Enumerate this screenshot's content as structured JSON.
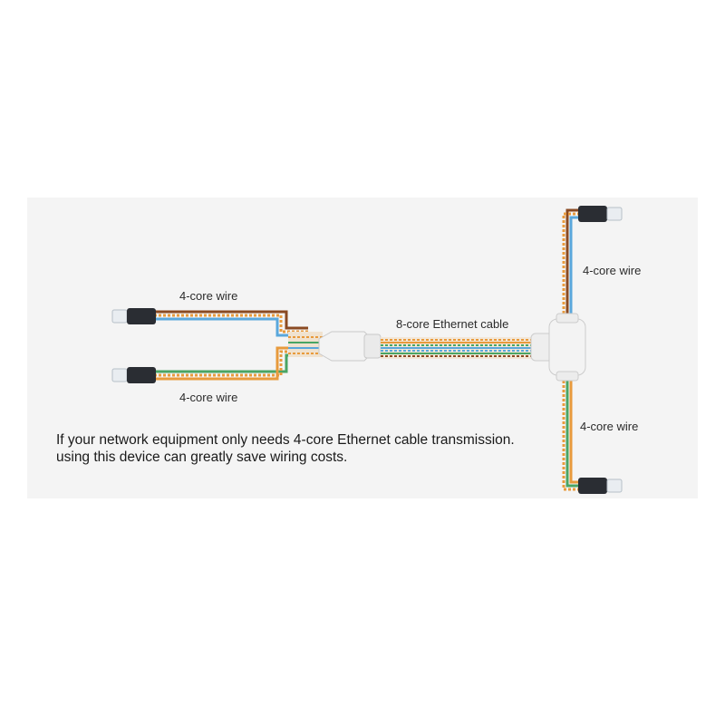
{
  "colors": {
    "panel": "#f4f4f4",
    "orange": "#e89a3c",
    "green": "#4aa564",
    "blue": "#5aa7dc",
    "brown": "#8a4a22",
    "connector": "#2a2d33",
    "plug": "#e9edf1",
    "coupler": "#f3f3f3"
  },
  "labels": {
    "left_top": "4-core wire",
    "left_bottom": "4-core wire",
    "center": "8-core Ethernet cable",
    "right_top": "4-core wire",
    "right_bottom": "4-core wire"
  },
  "caption": {
    "line1": "If your network equipment only needs 4-core Ethernet cable transmission.",
    "line2": "using this device can greatly save wiring costs."
  }
}
